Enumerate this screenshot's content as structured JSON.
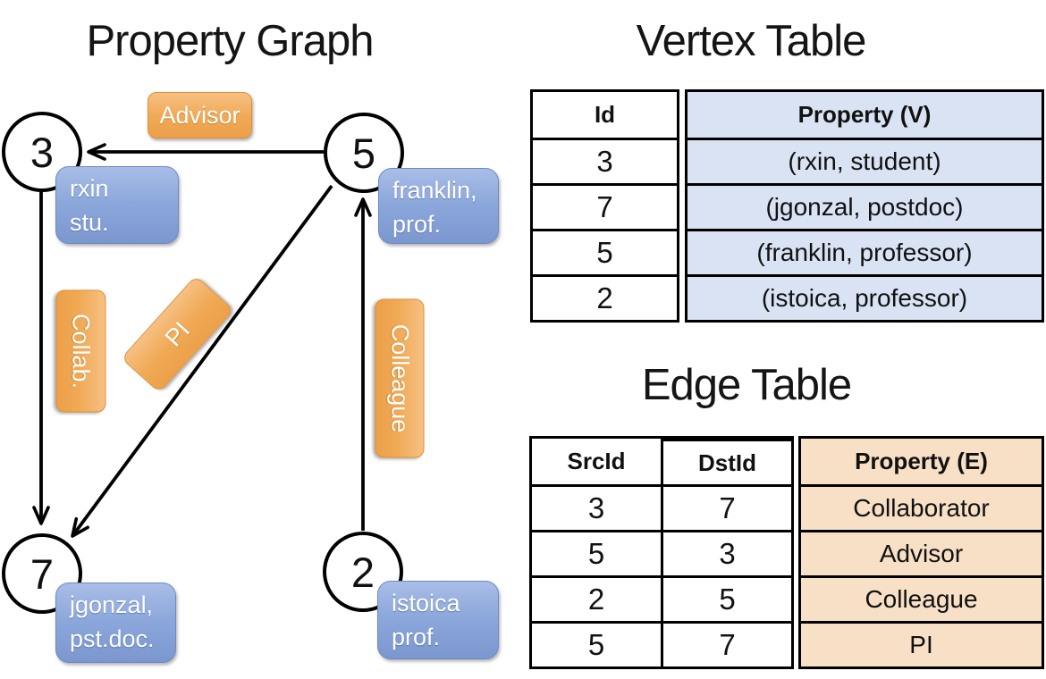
{
  "colors": {
    "edge_label_orange": "#F0A954",
    "vertex_prop_blue": "#8AA6DA",
    "vertex_table_fill": "#D9E3F4",
    "edge_table_fill": "#F7E0C5",
    "line_black": "#000000"
  },
  "graph": {
    "title": "Property Graph",
    "nodes": [
      {
        "id": "3",
        "line1": "rxin",
        "line2": "stu."
      },
      {
        "id": "5",
        "line1": "franklin,",
        "line2": "prof."
      },
      {
        "id": "7",
        "line1": "jgonzal,",
        "line2": "pst.doc."
      },
      {
        "id": "2",
        "line1": "istoica",
        "line2": "prof."
      }
    ],
    "edge_labels": [
      {
        "label": "Advisor"
      },
      {
        "label": "Collab."
      },
      {
        "label": "PI"
      },
      {
        "label": "Colleague"
      }
    ]
  },
  "vertex_table": {
    "title": "Vertex Table",
    "headers": {
      "id": "Id",
      "property": "Property (V)"
    },
    "rows": [
      {
        "id": "3",
        "property": "(rxin, student)"
      },
      {
        "id": "7",
        "property": "(jgonzal, postdoc)"
      },
      {
        "id": "5",
        "property": "(franklin, professor)"
      },
      {
        "id": "2",
        "property": "(istoica, professor)"
      }
    ]
  },
  "edge_table": {
    "title": "Edge Table",
    "headers": {
      "src": "SrcId",
      "dst": "DstId",
      "property": "Property (E)"
    },
    "rows": [
      {
        "src": "3",
        "dst": "7",
        "property": "Collaborator"
      },
      {
        "src": "5",
        "dst": "3",
        "property": "Advisor"
      },
      {
        "src": "2",
        "dst": "5",
        "property": "Colleague"
      },
      {
        "src": "5",
        "dst": "7",
        "property": "PI"
      }
    ]
  }
}
